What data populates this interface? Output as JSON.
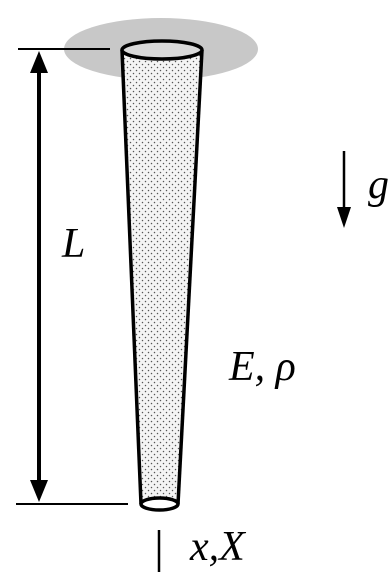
{
  "labels": {
    "length": "L",
    "gravity": "g",
    "material": "E, ρ",
    "coordinate": "x,X"
  },
  "colors": {
    "ink": "#000000",
    "support": "#c8c8c8",
    "bar_fill": "#f4f4f4",
    "stipple": "#555555",
    "background": "#ffffff"
  }
}
